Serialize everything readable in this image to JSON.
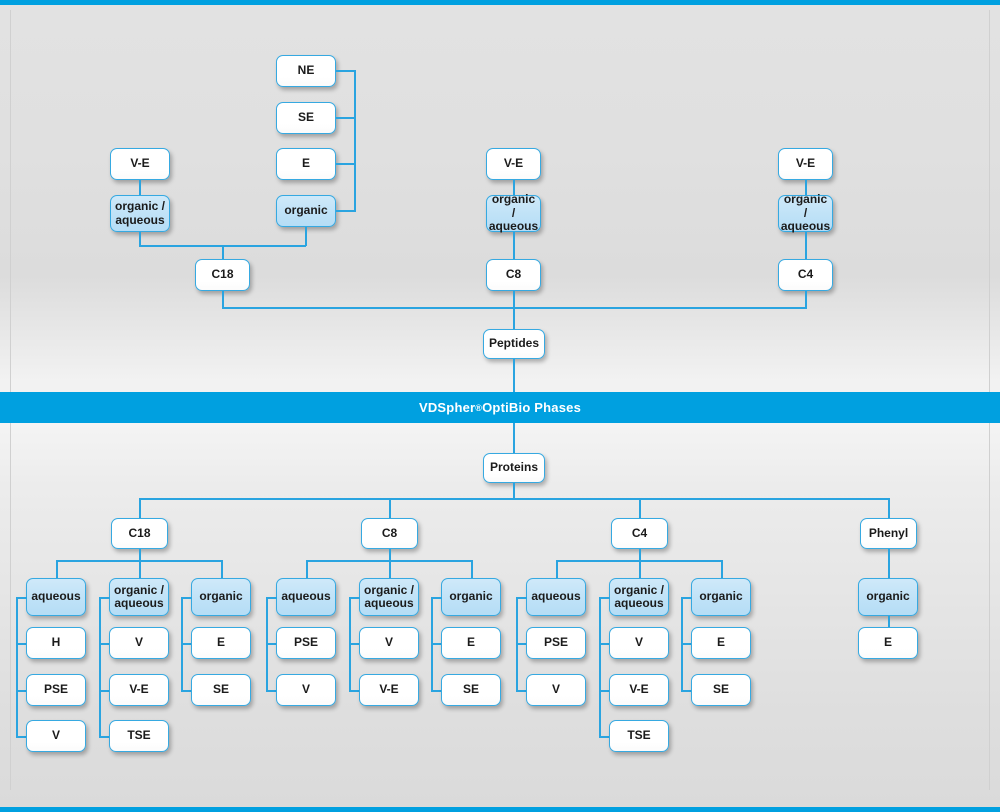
{
  "meta": {
    "diagram_title": "VDSpher® OptiBio Phases",
    "banner_text_main": "VDSpher",
    "banner_sup": "®",
    "banner_text_rest": " OptiBio Phases"
  },
  "colors": {
    "accent": "#00a0e0",
    "line": "#2aa4e0",
    "node_border": "#36a9e1",
    "node_fill_blue": "#c3e4f8",
    "node_fill_white": "#ffffff",
    "banner_text": "#ffffff",
    "background": "#e4e4e4"
  },
  "peptides": {
    "root_label": "Peptides",
    "columns": [
      {
        "id": "c18",
        "sorbent_label": "C18",
        "modes": [
          {
            "label": "organic /\naqueous",
            "fill": "blue",
            "parent_label": "V-E",
            "parent_fill": "white"
          },
          {
            "label": "organic",
            "fill": "blue",
            "parents": [
              {
                "label": "NE",
                "fill": "white"
              },
              {
                "label": "SE",
                "fill": "white"
              },
              {
                "label": "E",
                "fill": "white"
              }
            ]
          }
        ]
      },
      {
        "id": "c8",
        "sorbent_label": "C8",
        "modes": [
          {
            "label": "organic /\naqueous",
            "fill": "blue",
            "parent_label": "V-E",
            "parent_fill": "white"
          }
        ]
      },
      {
        "id": "c4",
        "sorbent_label": "C4",
        "modes": [
          {
            "label": "organic /\naqueous",
            "fill": "blue",
            "parent_label": "V-E",
            "parent_fill": "white"
          }
        ]
      }
    ]
  },
  "proteins": {
    "root_label": "Proteins",
    "columns": [
      {
        "id": "c18",
        "sorbent_label": "C18",
        "groups": [
          {
            "mode_label": "aqueous",
            "fill": "blue",
            "items": [
              "H",
              "PSE",
              "V"
            ]
          },
          {
            "mode_label": "organic /\naqueous",
            "fill": "blue",
            "items": [
              "V",
              "V-E",
              "TSE"
            ]
          },
          {
            "mode_label": "organic",
            "fill": "blue",
            "items": [
              "E",
              "SE"
            ]
          }
        ]
      },
      {
        "id": "c8",
        "sorbent_label": "C8",
        "groups": [
          {
            "mode_label": "aqueous",
            "fill": "blue",
            "items": [
              "PSE",
              "V"
            ]
          },
          {
            "mode_label": "organic /\naqueous",
            "fill": "blue",
            "items": [
              "V",
              "V-E"
            ]
          },
          {
            "mode_label": "organic",
            "fill": "blue",
            "items": [
              "E",
              "SE"
            ]
          }
        ]
      },
      {
        "id": "c4",
        "sorbent_label": "C4",
        "groups": [
          {
            "mode_label": "aqueous",
            "fill": "blue",
            "items": [
              "PSE",
              "V"
            ]
          },
          {
            "mode_label": "organic /\naqueous",
            "fill": "blue",
            "items": [
              "V",
              "V-E",
              "TSE"
            ]
          },
          {
            "mode_label": "organic",
            "fill": "blue",
            "items": [
              "E",
              "SE"
            ]
          }
        ]
      },
      {
        "id": "phenyl",
        "sorbent_label": "Phenyl",
        "groups": [
          {
            "mode_label": "organic",
            "fill": "blue",
            "items": [
              "E"
            ]
          }
        ]
      }
    ]
  },
  "nodes": {
    "top_ne": "NE",
    "top_se": "SE",
    "top_e": "E",
    "top_organic": "organic",
    "c18_ve": "V-E",
    "c18_orgaq": "organic /\naqueous",
    "c18": "C18",
    "c8_ve": "V-E",
    "c8_orgaq": "organic /\naqueous",
    "c8": "C8",
    "c4_ve": "V-E",
    "c4_orgaq": "organic /\naqueous",
    "c4": "C4",
    "peptides": "Peptides",
    "proteins": "Proteins",
    "p_c18": "C18",
    "p_c8": "C8",
    "p_c4": "C4",
    "p_phenyl": "Phenyl",
    "p_c18_aqueous": "aqueous",
    "p_c18_aq_1": "H",
    "p_c18_aq_2": "PSE",
    "p_c18_aq_3": "V",
    "p_c18_orgaq": "organic /\naqueous",
    "p_c18_oa_1": "V",
    "p_c18_oa_2": "V-E",
    "p_c18_oa_3": "TSE",
    "p_c18_org": "organic",
    "p_c18_o_1": "E",
    "p_c18_o_2": "SE",
    "p_c8_aqueous": "aqueous",
    "p_c8_aq_1": "PSE",
    "p_c8_aq_2": "V",
    "p_c8_orgaq": "organic /\naqueous",
    "p_c8_oa_1": "V",
    "p_c8_oa_2": "V-E",
    "p_c8_org": "organic",
    "p_c8_o_1": "E",
    "p_c8_o_2": "SE",
    "p_c4_aqueous": "aqueous",
    "p_c4_aq_1": "PSE",
    "p_c4_aq_2": "V",
    "p_c4_orgaq": "organic /\naqueous",
    "p_c4_oa_1": "V",
    "p_c4_oa_2": "V-E",
    "p_c4_oa_3": "TSE",
    "p_c4_org": "organic",
    "p_c4_o_1": "E",
    "p_c4_o_2": "SE",
    "p_phenyl_org": "organic",
    "p_phenyl_o_1": "E"
  }
}
